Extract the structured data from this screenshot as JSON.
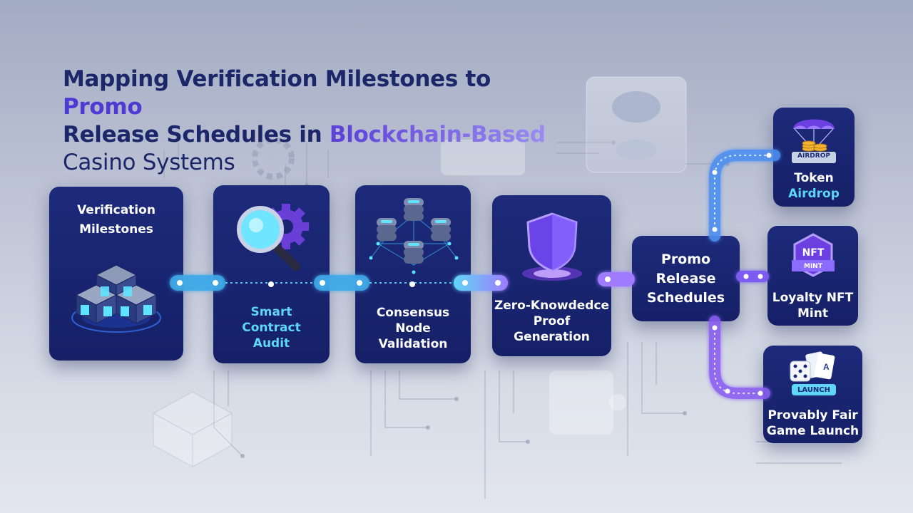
{
  "title": {
    "line1_part1": "Mapping Verification Milestones to ",
    "line1_part2": "Promo",
    "line2_part1": "Release Schedules in ",
    "line2_part2": "Blockchain-Based",
    "line3": "Casino Systems"
  },
  "nodes": {
    "verification": {
      "line1": "Verification",
      "line2": "Milestones"
    },
    "audit": {
      "line1": "Smart",
      "line2": "Contract",
      "line3": "Audit"
    },
    "consensus": {
      "line1": "Consensus",
      "line2": "Node",
      "line3": "Validation"
    },
    "zkp": {
      "line1": "Zero-Knowdedce",
      "line2": "Proof",
      "line3": "Generation"
    },
    "promo": {
      "line1": "Promo",
      "line2": "Release",
      "line3": "Schedules"
    },
    "airdrop": {
      "badge": "AIRDROP",
      "line1": "Token",
      "line2": "Airdrop"
    },
    "nft": {
      "badge_top": "NFT",
      "badge_bottom": "MINT",
      "line1": "Loyalty NFT",
      "line2": "Mint"
    },
    "launch": {
      "badge": "LAUNCH",
      "line1": "Provably Fair",
      "line2": "Game Launch"
    }
  },
  "colors": {
    "card": "#182372",
    "title": "#1c2769",
    "accent_purple": "#4b3bd2",
    "connector_cyan": "#5fd6f5",
    "connector_purple": "#9f7bff"
  },
  "icons": [
    "cube-cluster-icon",
    "magnifier-gear-icon",
    "server-network-icon",
    "shield-icon",
    "parachute-coins-icon",
    "nft-badge-icon",
    "dice-cards-icon"
  ]
}
